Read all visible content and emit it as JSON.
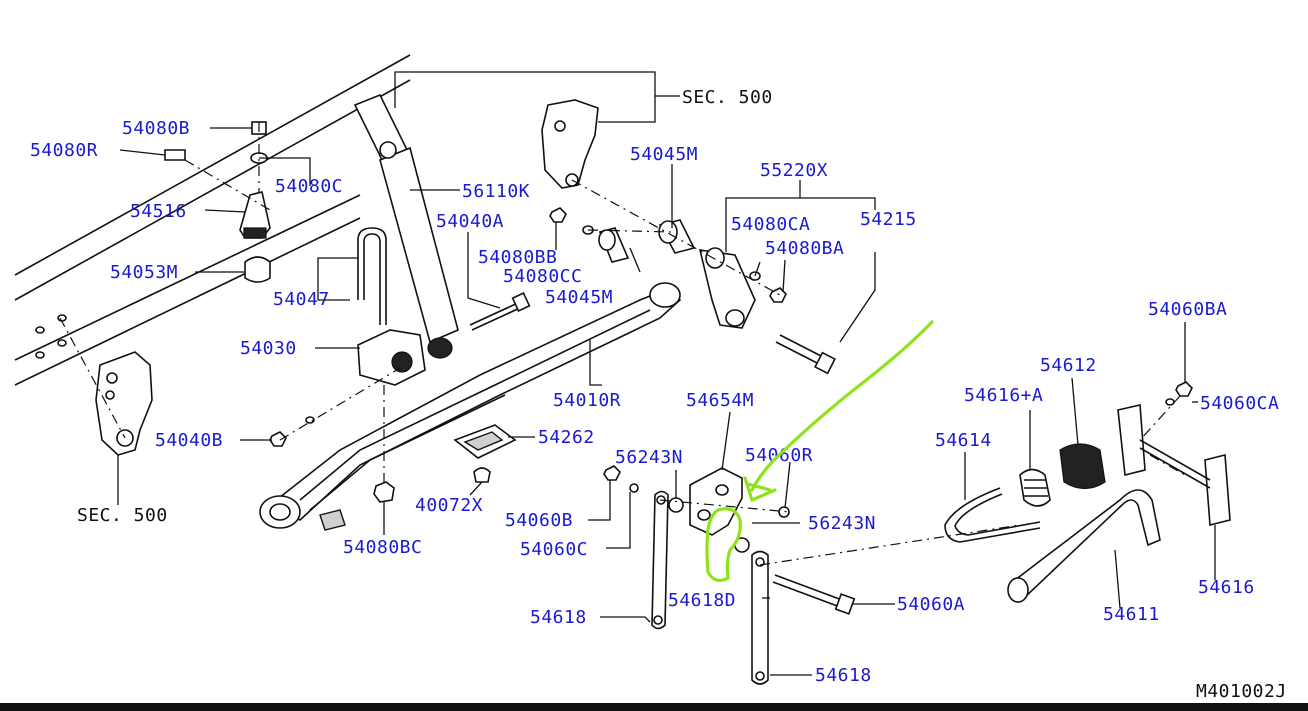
{
  "diagram": {
    "code": "M401002J",
    "labels": {
      "sec500_top": "SEC. 500",
      "sec500_left": "SEC. 500",
      "p54080B": "54080B",
      "p54080R": "54080R",
      "p54080C": "54080C",
      "p54516": "54516",
      "p54053M": "54053M",
      "p54047": "54047",
      "p54030": "54030",
      "p54040B": "54040B",
      "p56110K": "56110K",
      "p54040A": "54040A",
      "p54080BB": "54080BB",
      "p54080CC": "54080CC",
      "p54045M_a": "54045M",
      "p54045M_b": "54045M",
      "p55220X": "55220X",
      "p54080CA": "54080CA",
      "p54215": "54215",
      "p54080BA": "54080BA",
      "p54010R": "54010R",
      "p54262": "54262",
      "p40072X": "40072X",
      "p54080BC": "54080BC",
      "p54654M": "54654M",
      "p56243N_a": "56243N",
      "p54060R": "54060R",
      "p56243N_b": "56243N",
      "p54060B": "54060B",
      "p54060C": "54060C",
      "p54618_a": "54618",
      "p54618D": "54618D",
      "p54618_b": "54618",
      "p54060A": "54060A",
      "p54060BA": "54060BA",
      "p54612": "54612",
      "p54616A": "54616+A",
      "p54060CA": "54060CA",
      "p54614": "54614",
      "p54611": "54611",
      "p54616": "54616"
    },
    "colors": {
      "label": "#1a1ad0",
      "ink": "#111111",
      "highlight": "#8fe31a"
    }
  }
}
